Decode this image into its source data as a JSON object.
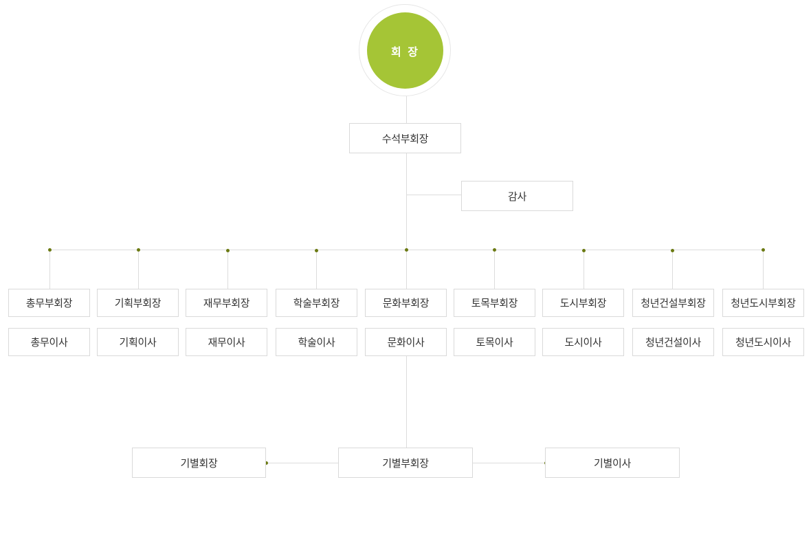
{
  "chairman": {
    "label": "회 장"
  },
  "senior_vice_chairman": {
    "label": "수석부회장"
  },
  "auditor": {
    "label": "감사"
  },
  "vice_chairmen": [
    "총무부회장",
    "기획부회장",
    "재무부회장",
    "학술부회장",
    "문화부회장",
    "토목부회장",
    "도시부회장",
    "청년건설부회장",
    "청년도시부회장"
  ],
  "directors": [
    "총무이사",
    "기획이사",
    "재무이사",
    "학술이사",
    "문화이사",
    "토목이사",
    "도시이사",
    "청년건설이사",
    "청년도시이사"
  ],
  "class": {
    "chairman": "기별회장",
    "vice_chairman": "기별부회장",
    "director": "기별이사"
  },
  "colors": {
    "accent": "#a5c536",
    "dot": "#6b7a12",
    "line": "#dcdcdc",
    "border": "#d9d9d9"
  }
}
